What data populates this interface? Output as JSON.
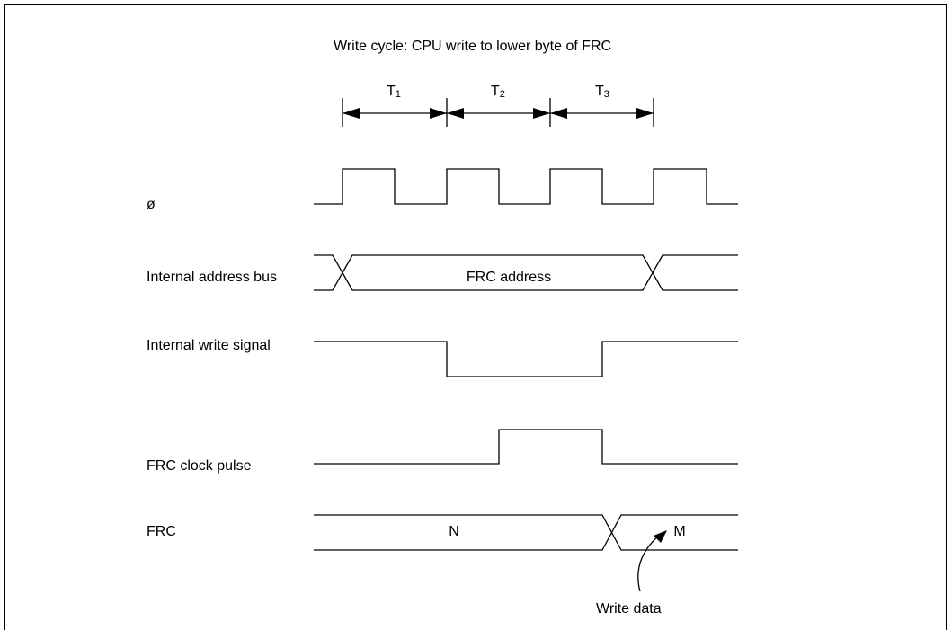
{
  "title": "Write cycle:  CPU write to lower byte of FRC",
  "periods": [
    {
      "main": "T",
      "sub": "1"
    },
    {
      "main": "T",
      "sub": "2"
    },
    {
      "main": "T",
      "sub": "3"
    }
  ],
  "signals": {
    "clock": "ø",
    "address_bus": "Internal address bus",
    "write_signal": "Internal write signal",
    "frc_clock": "FRC clock pulse",
    "frc": "FRC"
  },
  "bus_values": {
    "address": "FRC address",
    "frc_old": "N",
    "frc_new": "M"
  },
  "annotation": "Write data"
}
